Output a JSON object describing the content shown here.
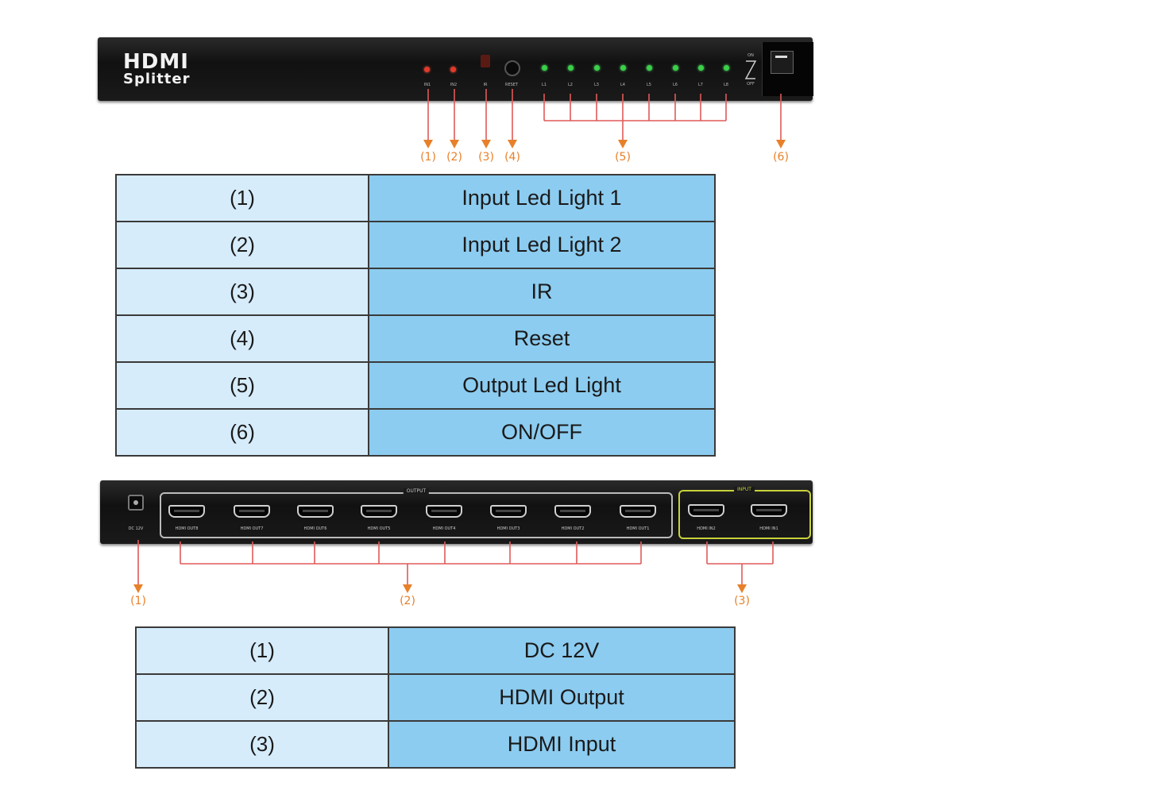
{
  "front_panel": {
    "brand_line1": "HDMI",
    "brand_line2": "Splitter",
    "labels": [
      "IN1",
      "IN2",
      "IR",
      "RESET",
      "L1",
      "L2",
      "L3",
      "L4",
      "L5",
      "L6",
      "L7",
      "L8"
    ],
    "switch_on": "ON",
    "switch_off": "OFF",
    "callouts": [
      "(1)",
      "(2)",
      "(3)",
      "(4)",
      "(5)",
      "(6)"
    ]
  },
  "front_table": [
    {
      "num": "(1)",
      "desc": "Input Led Light 1"
    },
    {
      "num": "(2)",
      "desc": "Input Led Light 2"
    },
    {
      "num": "(3)",
      "desc": "IR"
    },
    {
      "num": "(4)",
      "desc": "Reset"
    },
    {
      "num": "(5)",
      "desc": "Output Led Light"
    },
    {
      "num": "(6)",
      "desc": "ON/OFF"
    }
  ],
  "rear_panel": {
    "dc_label": "DC 12V",
    "output_group_label": "OUTPUT",
    "input_group_label": "INPUT",
    "output_ports": [
      "HDMI OUT8",
      "HDMI OUT7",
      "HDMI OUT6",
      "HDMI OUT5",
      "HDMI OUT4",
      "HDMI OUT3",
      "HDMI OUT2",
      "HDMI OUT1"
    ],
    "input_ports": [
      "HDMI IN2",
      "HDMI IN1"
    ],
    "callouts": [
      "(1)",
      "(2)",
      "(3)"
    ]
  },
  "rear_table": [
    {
      "num": "(1)",
      "desc": "DC 12V"
    },
    {
      "num": "(2)",
      "desc": "HDMI Output"
    },
    {
      "num": "(3)",
      "desc": "HDMI Input"
    }
  ],
  "colors": {
    "table_left": "#d6ecfb",
    "table_right": "#8cccf0",
    "callout": "#e8802a",
    "bracket": "#e05a5a",
    "led_red": "#e23a2a",
    "led_green": "#3ad04a",
    "input_frame": "#c8d23a"
  }
}
